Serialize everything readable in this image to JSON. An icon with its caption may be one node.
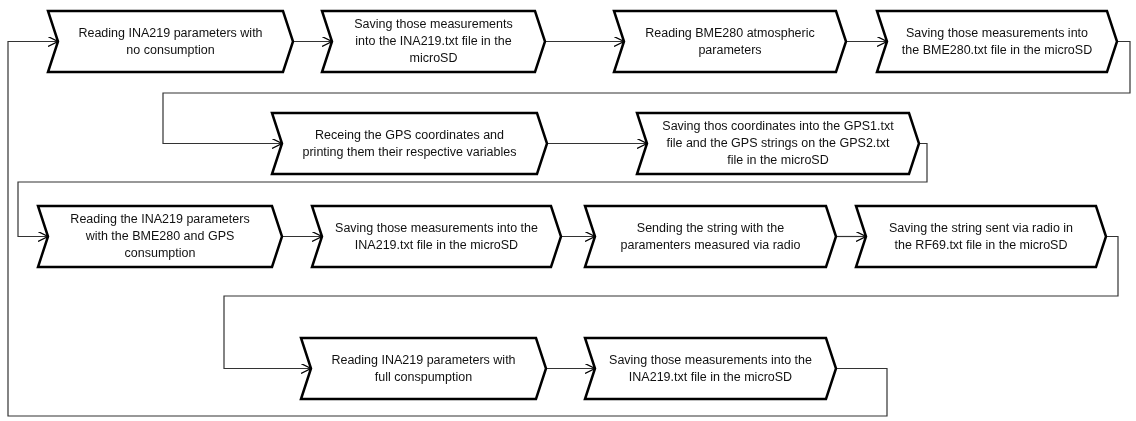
{
  "diagram": {
    "nodes": [
      {
        "text": [
          "Reading INA219 parameters with no consumption"
        ]
      },
      {
        "text": [
          "Saving those measurements into the INA219.txt file in the microSD"
        ]
      },
      {
        "text": [
          "Reading BME280 atmospheric parameters"
        ]
      },
      {
        "text": [
          "Saving those measurements into the BME280.txt file in the microSD"
        ]
      },
      {
        "text": [
          "Receing the GPS coordinates and printing them their respective variables"
        ]
      },
      {
        "text": [
          "Saving thos coordinates into the GPS1.txt file and the GPS strings on the GPS2.txt file in the microSD"
        ]
      },
      {
        "text": [
          "Reading the INA219 parameters with the BME280 and GPS consumption"
        ]
      },
      {
        "text": [
          "Saving those measurements into the INA219.txt file in the microSD"
        ]
      },
      {
        "text": [
          "Sending the string with the paramenters measured via radio"
        ]
      },
      {
        "text": [
          "Saving the string sent via radio in the RF69.txt file in the microSD"
        ]
      },
      {
        "text": [
          "Reading INA219 parameters with full conspumption"
        ]
      },
      {
        "text": [
          "Saving those measurements into the INA219.txt file in the microSD"
        ]
      }
    ],
    "edges": [
      {
        "from": 0,
        "to": 1,
        "arrow": "to"
      },
      {
        "from": 1,
        "to": 2,
        "arrow": "to"
      },
      {
        "from": 2,
        "to": 3,
        "arrow": "to"
      },
      {
        "from": 3,
        "to": 4,
        "arrow": "to"
      },
      {
        "from": 4,
        "to": 5,
        "arrow": "to"
      },
      {
        "from": 5,
        "to": 6,
        "arrow": "to"
      },
      {
        "from": 6,
        "to": 7,
        "arrow": "to"
      },
      {
        "from": 7,
        "to": 8,
        "arrow": "to"
      },
      {
        "from": 8,
        "to": 9,
        "arrow": "to"
      },
      {
        "from": 9,
        "to": 10,
        "arrow": "to"
      },
      {
        "from": 10,
        "to": 11,
        "arrow": "to"
      },
      {
        "from": 11,
        "to": 0,
        "arrow": "to"
      }
    ]
  }
}
